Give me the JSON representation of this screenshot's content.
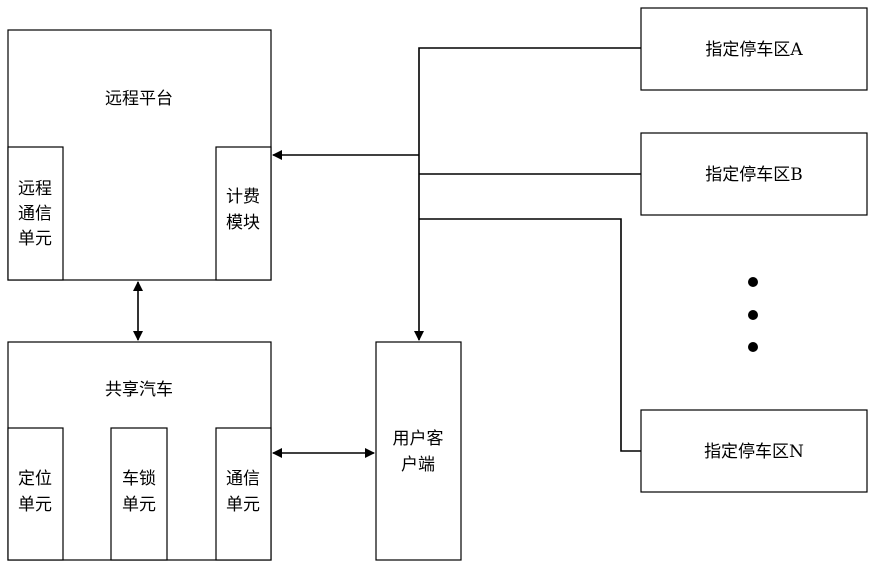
{
  "remote_platform": {
    "title": "远程平台",
    "comm_unit": [
      "远程",
      "通信",
      "单元"
    ],
    "billing_module": [
      "计费",
      "模块"
    ]
  },
  "shared_car": {
    "title": "共享汽车",
    "positioning_unit": [
      "定位",
      "单元"
    ],
    "lock_unit": [
      "车锁",
      "单元"
    ],
    "comm_unit": [
      "通信",
      "单元"
    ]
  },
  "user_client": [
    "用户客",
    "户端"
  ],
  "parking_zones": {
    "a": "指定停车区A",
    "b": "指定停车区B",
    "n": "指定停车区N"
  }
}
